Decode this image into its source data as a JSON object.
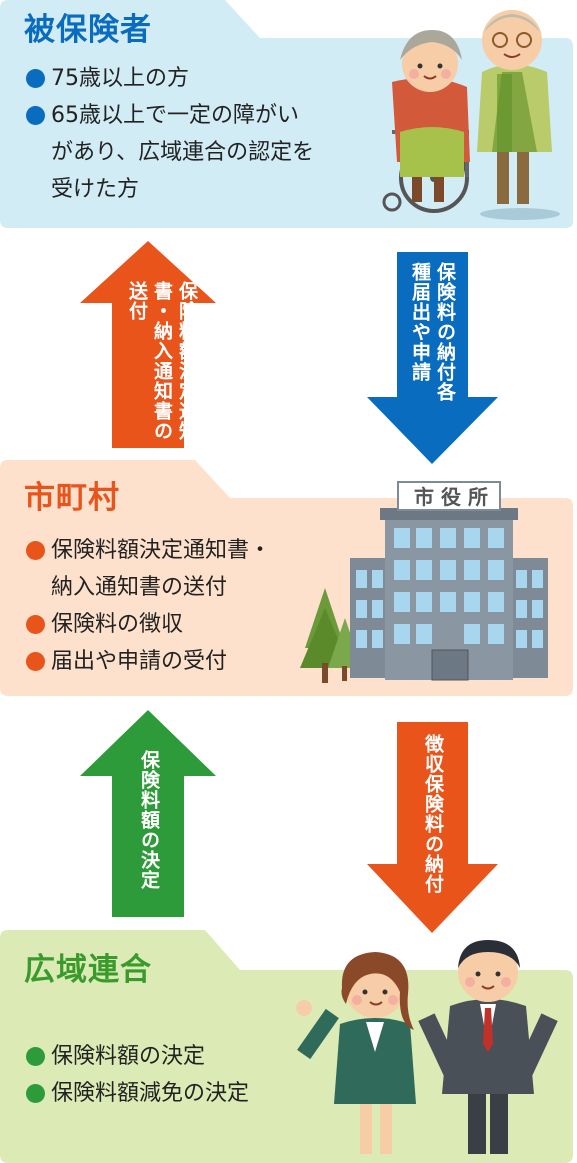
{
  "colors": {
    "insured_bg": "#d2ecf6",
    "insured_title": "#0a6cbf",
    "city_bg": "#fde1cc",
    "city_title": "#e8541a",
    "union_bg": "#dcebb6",
    "union_title": "#3a9a2c",
    "arrow_orange": "#e9541b",
    "arrow_blue": "#0a6cbf",
    "arrow_green": "#2e9b3a"
  },
  "insured": {
    "title": "被保険者",
    "items": [
      {
        "lines": [
          "75歳以上の方"
        ]
      },
      {
        "lines": [
          "65歳以上で一定の障がい",
          "があり、広域連合の認定を",
          "受けた方"
        ]
      }
    ],
    "illustration": "elderly-couple-wheelchair-icon"
  },
  "arrow_city_to_insured": {
    "lines": [
      "保険料額決定通知書・",
      "納入通知書の送付"
    ]
  },
  "arrow_insured_to_city": {
    "lines": [
      "保険料の納付",
      "各種届出や申請"
    ]
  },
  "city": {
    "title": "市町村",
    "items": [
      {
        "lines": [
          "保険料額決定通知書・",
          "納入通知書の送付"
        ]
      },
      {
        "lines": [
          "保険料の徴収"
        ]
      },
      {
        "lines": [
          "届出や申請の受付"
        ]
      }
    ],
    "building_sign": [
      "市",
      "役",
      "所"
    ],
    "illustration": "city-hall-building-icon"
  },
  "arrow_union_to_city": {
    "lines": [
      "保険料額の決定"
    ]
  },
  "arrow_city_to_union": {
    "lines": [
      "徴収保険料の納付"
    ]
  },
  "union": {
    "title": "広域連合",
    "items": [
      {
        "lines": [
          "保険料額の決定"
        ]
      },
      {
        "lines": [
          "保険料額減免の決定"
        ]
      }
    ],
    "illustration": "staff-couple-icon"
  }
}
